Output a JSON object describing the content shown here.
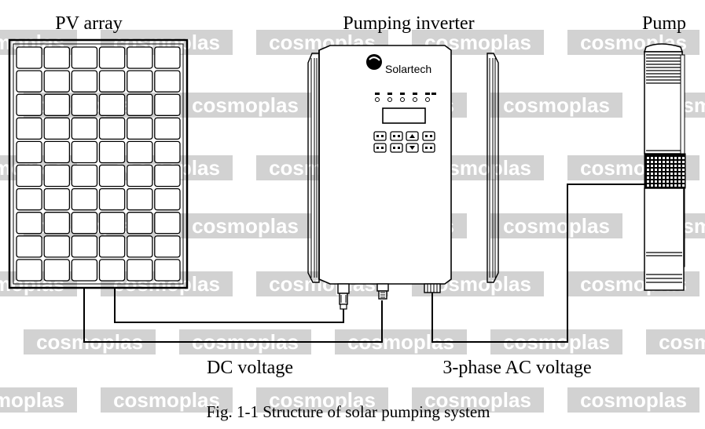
{
  "labels": {
    "pv_array": "PV array",
    "inverter": "Pumping inverter",
    "pump": "Pump",
    "dc_voltage": "DC voltage",
    "ac_voltage": "3-phase AC voltage",
    "caption": "Fig. 1-1 Structure of solar pumping system"
  },
  "brand": "Solartech",
  "watermark": "cosmoplas",
  "pv_grid": {
    "rows": 10,
    "cols": 6
  }
}
